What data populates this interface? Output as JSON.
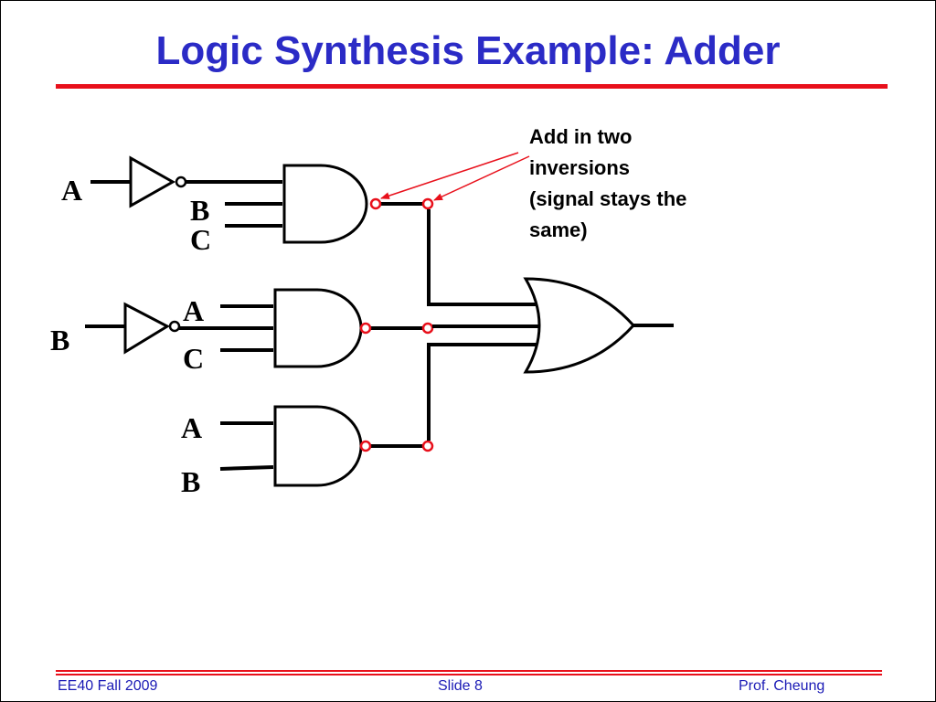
{
  "slide": {
    "title": "Logic Synthesis Example: Adder"
  },
  "diagram": {
    "signals": {
      "g1_not_input": "A",
      "g1_b": "B",
      "g1_c": "C",
      "g2_not_input": "B",
      "g2_a": "A",
      "g2_c": "C",
      "g3_a": "A",
      "g3_b": "B"
    },
    "annotation": {
      "lines": [
        "Add in two",
        "inversions",
        "(signal stays the",
        "same)"
      ]
    },
    "colors": {
      "title": "#2b2bc6",
      "rule": "#e8101b",
      "inversion_bubble": "#e8101b",
      "footer_text": "#1a1ab5"
    }
  },
  "footer": {
    "left": "EE40 Fall 2009",
    "center": "Slide 8",
    "right": "Prof. Cheung"
  }
}
